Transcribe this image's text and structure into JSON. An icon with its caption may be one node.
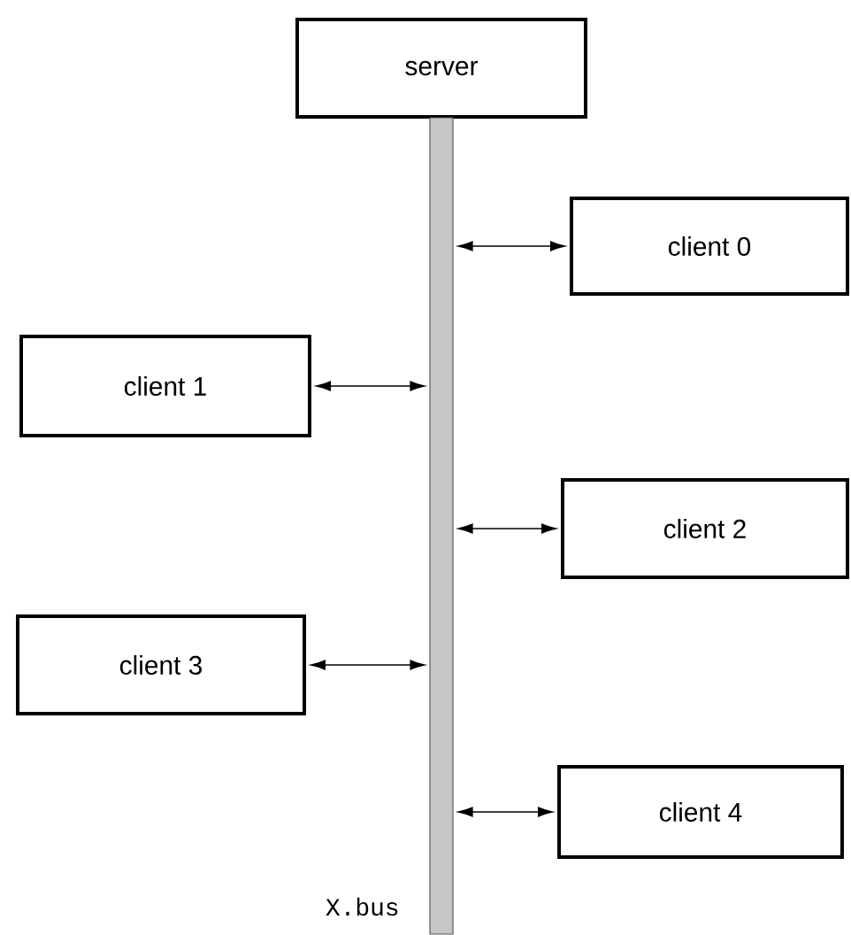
{
  "diagram": {
    "nodes": [
      {
        "text": [
          "server"
        ]
      },
      {
        "text": [],
        "shape": "bar",
        "beside": [
          "X.bus"
        ]
      },
      {
        "text": [
          "client 0"
        ]
      },
      {
        "text": [
          "client 1"
        ]
      },
      {
        "text": [
          "client 2"
        ]
      },
      {
        "text": [
          "client 3"
        ]
      },
      {
        "text": [
          "client 4"
        ]
      }
    ],
    "edges": [
      {
        "from": 2,
        "to": 1,
        "arrow": "both"
      },
      {
        "from": 3,
        "to": 1,
        "arrow": "both"
      },
      {
        "from": 4,
        "to": 1,
        "arrow": "both"
      },
      {
        "from": 5,
        "to": 1,
        "arrow": "both"
      },
      {
        "from": 6,
        "to": 1,
        "arrow": "both"
      }
    ]
  }
}
